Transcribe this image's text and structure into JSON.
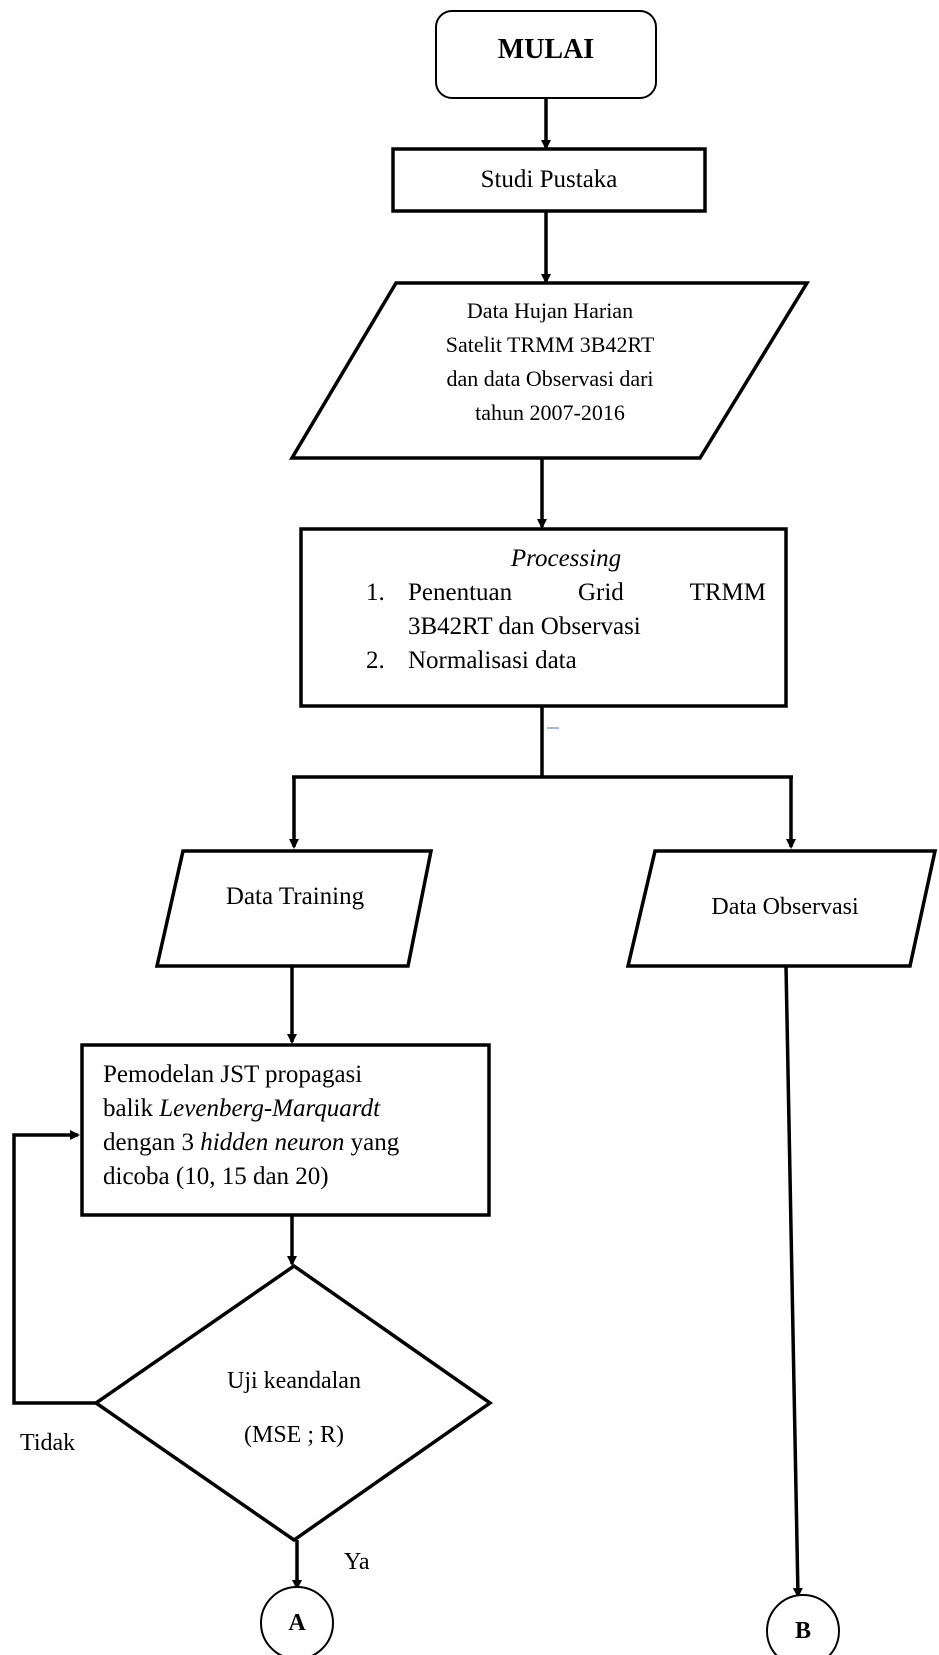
{
  "nodes": {
    "start": "MULAI",
    "studi": "Studi Pustaka",
    "input_data": {
      "line1": "Data Hujan Harian",
      "line2": "Satelit TRMM 3B42RT",
      "line3": "dan data Observasi dari",
      "line4": "tahun 2007-2016"
    },
    "processing": {
      "title": "Processing",
      "item1_num": "1.",
      "item1_w1": "Penentuan",
      "item1_w2": "Grid",
      "item1_w3": "TRMM",
      "item1_line2": "3B42RT dan Observasi",
      "item2_num": "2.",
      "item2": "Normalisasi data"
    },
    "training": "Data Training",
    "observasi": "Data Observasi",
    "model": {
      "line1": "Pemodelan JST propagasi",
      "line2_a": "balik ",
      "line2_b": "Levenberg-Marquardt",
      "line3_a": "dengan 3 ",
      "line3_b": "hidden neuron",
      "line3_c": " yang",
      "line4": "dicoba (10, 15 dan 20)"
    },
    "decision": {
      "line1": "Uji keandalan",
      "line2": "(MSE ; R)"
    },
    "connector_a": "A",
    "connector_b": "B"
  },
  "edge_labels": {
    "no": "Tidak",
    "yes": "Ya"
  },
  "colors": {
    "stroke": "#000000",
    "background": "#ffffff",
    "stray_mark": "#4a6fd0"
  }
}
